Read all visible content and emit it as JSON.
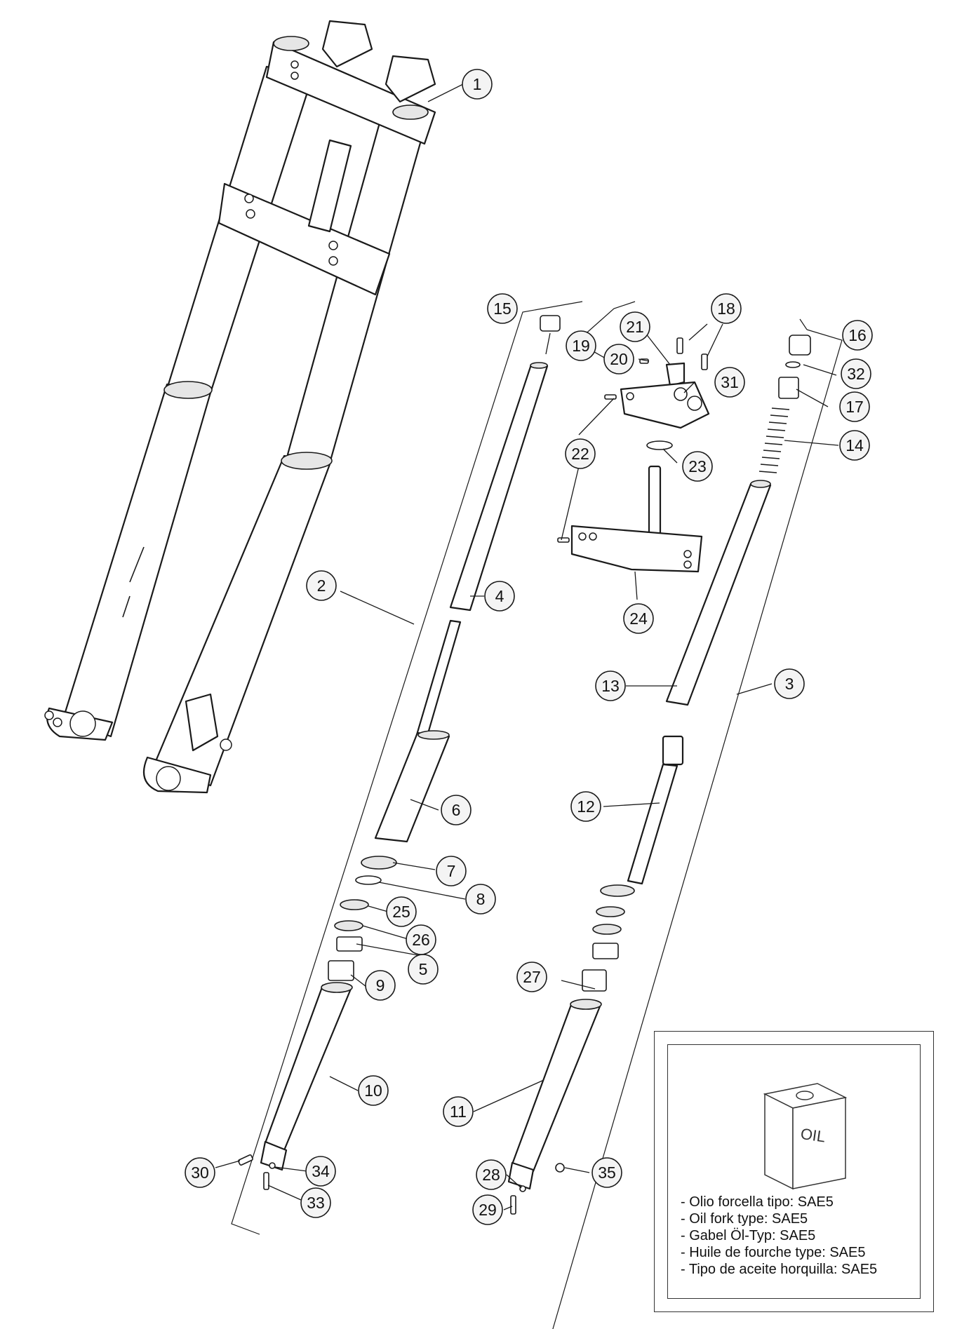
{
  "callouts": [
    {
      "id": "c1",
      "label": "1"
    },
    {
      "id": "c2",
      "label": "2"
    },
    {
      "id": "c3",
      "label": "3"
    },
    {
      "id": "c4",
      "label": "4"
    },
    {
      "id": "c5",
      "label": "5"
    },
    {
      "id": "c6",
      "label": "6"
    },
    {
      "id": "c7",
      "label": "7"
    },
    {
      "id": "c8",
      "label": "8"
    },
    {
      "id": "c9",
      "label": "9"
    },
    {
      "id": "c10",
      "label": "10"
    },
    {
      "id": "c11",
      "label": "11"
    },
    {
      "id": "c12",
      "label": "12"
    },
    {
      "id": "c13",
      "label": "13"
    },
    {
      "id": "c14",
      "label": "14"
    },
    {
      "id": "c15",
      "label": "15"
    },
    {
      "id": "c16",
      "label": "16"
    },
    {
      "id": "c17",
      "label": "17"
    },
    {
      "id": "c18",
      "label": "18"
    },
    {
      "id": "c19",
      "label": "19"
    },
    {
      "id": "c20",
      "label": "20"
    },
    {
      "id": "c21",
      "label": "21"
    },
    {
      "id": "c22",
      "label": "22"
    },
    {
      "id": "c23",
      "label": "23"
    },
    {
      "id": "c24",
      "label": "24"
    },
    {
      "id": "c25",
      "label": "25"
    },
    {
      "id": "c26",
      "label": "26"
    },
    {
      "id": "c27",
      "label": "27"
    },
    {
      "id": "c28",
      "label": "28"
    },
    {
      "id": "c29",
      "label": "29"
    },
    {
      "id": "c30",
      "label": "30"
    },
    {
      "id": "c31",
      "label": "31"
    },
    {
      "id": "c32",
      "label": "32"
    },
    {
      "id": "c33",
      "label": "33"
    },
    {
      "id": "c34",
      "label": "34"
    },
    {
      "id": "c35",
      "label": "35"
    }
  ],
  "oil_box": {
    "can_label": "OIL",
    "notes": [
      "- Olio forcella tipo: SAE5",
      "- Oil fork type: SAE5",
      "- Gabel Öl-Typ: SAE5",
      "- Huile de fourche type: SAE5",
      "- Tipo de aceite horquilla: SAE5"
    ]
  }
}
